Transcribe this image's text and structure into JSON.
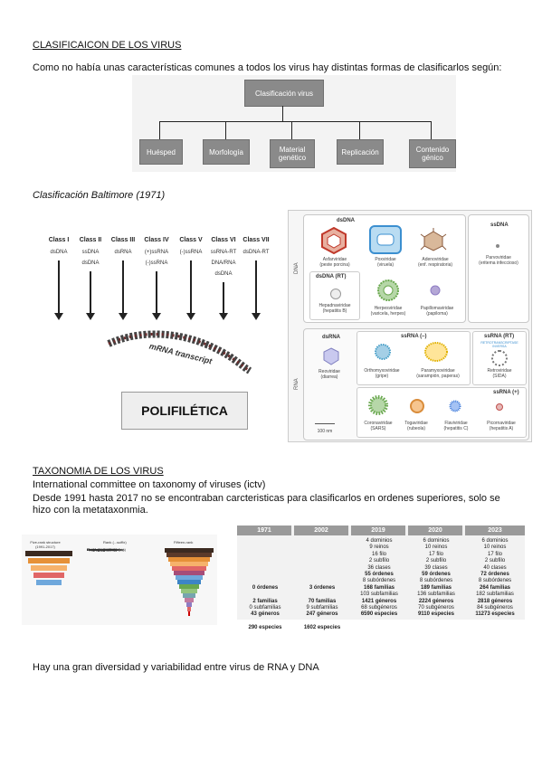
{
  "heading1": "CLASIFICAICON DE LOS VIRUS",
  "intro": "Como no había unas características comunes a todos los virus hay distintas formas de clasificarlos según:",
  "tree": {
    "root": "Clasificación virus",
    "children": [
      "Huésped",
      "Morfología",
      "Material genético",
      "Replicación",
      "Contenido génico"
    ]
  },
  "baltimore_title": "Clasificación Baltimore (1971)",
  "baltimore": {
    "classes": [
      {
        "name": "Class I",
        "genome": [
          "dsDNA"
        ]
      },
      {
        "name": "Class II",
        "genome": [
          "ssDNA",
          "dsDNA"
        ]
      },
      {
        "name": "Class III",
        "genome": [
          "dsRNA"
        ]
      },
      {
        "name": "Class IV",
        "genome": [
          "(+)ssRNA",
          "(-)ssRNA"
        ]
      },
      {
        "name": "Class V",
        "genome": [
          "(-)ssRNA"
        ]
      },
      {
        "name": "Class VI",
        "genome": [
          "ssRNA-RT",
          "DNA/RNA",
          "dsDNA"
        ]
      },
      {
        "name": "Class VII",
        "genome": [
          "dsDNA-RT"
        ]
      }
    ],
    "mrna_label": "mRNA transcript",
    "polifiletica": "POLIFILÉTICA"
  },
  "virus_panel": {
    "dna_label": "DNA",
    "rna_label": "RNA",
    "dsDNA_title": "dsDNA",
    "dsDNA_rt_title": "dsDNA (RT)",
    "ssDNA_title": "ssDNA",
    "dsRNA_title": "dsRNA",
    "ssRNA_neg_title": "ssRNA (–)",
    "ssRNA_rt_title": "ssRNA (RT)",
    "ssRNA_pos_title": "ssRNA (+)",
    "retro_sub": "RETROTRANSCRIPTASE INVERSA",
    "scale": "100 nm",
    "viruses": [
      {
        "name": "Asfarviridae",
        "note": "(peste porcina)"
      },
      {
        "name": "Poxviridae",
        "note": "(viruela)"
      },
      {
        "name": "Adenoviridae",
        "note": "(enf. respiratoria)"
      },
      {
        "name": "Parvoviridae",
        "note": "(eritema infeccioso)"
      },
      {
        "name": "Hepadnaviridae",
        "note": "(hepatitis B)"
      },
      {
        "name": "Herpesviridae",
        "note": "(varicela, herpes)"
      },
      {
        "name": "Papillomaviridae",
        "note": "(papiloma)"
      },
      {
        "name": "Reoviridae",
        "note": "(diarrea)"
      },
      {
        "name": "Orthomyxoviridae",
        "note": "(gripe)"
      },
      {
        "name": "Paramyxoviridae",
        "note": "(sarampión, paperas)"
      },
      {
        "name": "Retroviridae",
        "note": "(SIDA)"
      },
      {
        "name": "Coronaviridae",
        "note": "(SARS)"
      },
      {
        "name": "Togaviridae",
        "note": "(rubeola)"
      },
      {
        "name": "Flaviviridae",
        "note": "(hepatitis C)"
      },
      {
        "name": "Picornaviridae",
        "note": "(hepatitis A)"
      }
    ],
    "colors": {
      "asfar": "#c0392b",
      "pox": "#3b8fd0",
      "adeno": "#8a5a3c",
      "herpes": "#6aa84f",
      "papilloma": "#8e7cc3",
      "reo": "#7f7fbf",
      "orthomyxo": "#4aa0c8",
      "paramyxo": "#e0b000",
      "corona": "#6aa84f",
      "toga": "#d98c3a",
      "flavi": "#3c78d8",
      "picorna": "#c0504d"
    }
  },
  "heading2": "TAXONOMIA DE LOS VIRUS",
  "ictv": "International committee on taxonomy of viruses (ictv)",
  "desde": "Desde 1991 hasta 2017 no se encontraban carcteristicas para clasificarlos en ordenes superiores, solo se hizo con la metataxonmia.",
  "pyramid": {
    "left_title": "Five-rank structure (1991-2017)",
    "mid_title": "Rank (...suffix)",
    "right_title": "Fifteen-rank",
    "ranks": [
      "Species (singular)",
      "Subgenus (...virus)",
      "Genus (...virus)",
      "Subfamily (...virinae)",
      "Family (...viridae)",
      "Suborder (...virineae)",
      "Order (...virales)",
      "Subclass (...viricetidae)",
      "Class (...viricetes)",
      "Subphylum (...viricotina)",
      "Phylum (...viricota)",
      "Subkingdom (...virites)",
      "Kingdom (...virae)",
      "Subrealm (...vira)",
      "Realm (...viria)"
    ]
  },
  "tax_table": {
    "years": [
      "1971",
      "2002",
      "2019",
      "2020",
      "2023"
    ],
    "columns": [
      [
        "",
        "",
        "",
        "",
        "",
        "",
        "",
        "0 órdenes",
        "",
        "2 familias",
        "0 subfamilias",
        "43 géneros",
        "",
        "290 especies"
      ],
      [
        "",
        "",
        "",
        "",
        "",
        "",
        "",
        "3 órdenes",
        "",
        "70 familias",
        "9 subfamilias",
        "247 géneros",
        "",
        "1602 especies"
      ],
      [
        "4 dominios",
        "9 reinos",
        "16 filo",
        "2 subfilo",
        "36 clases",
        "55 órdenes",
        "8 subórdenes",
        "168 familias",
        "103 subfamilias",
        "1421 géneros",
        "68 subgéneros",
        "6590 especies",
        "",
        ""
      ],
      [
        "6 dominios",
        "10 reinos",
        "17 filo",
        "2 subfilo",
        "39 clases",
        "59 órdenes",
        "8 subórdenes",
        "189 familias",
        "136 subfamilias",
        "2224 géneros",
        "70 subgéneros",
        "9110 especies",
        "",
        ""
      ],
      [
        "6 dominios",
        "10 reinos",
        "17 filo",
        "2 subfilo",
        "40 clases",
        "72 órdenes",
        "8 subórdenes",
        "264 familias",
        "182 subfamilias",
        "2818 géneros",
        "84 subgéneros",
        "11273 especies",
        "",
        ""
      ]
    ]
  },
  "closing": "Hay una gran diversidad y variabilidad entre virus de RNA y DNA"
}
